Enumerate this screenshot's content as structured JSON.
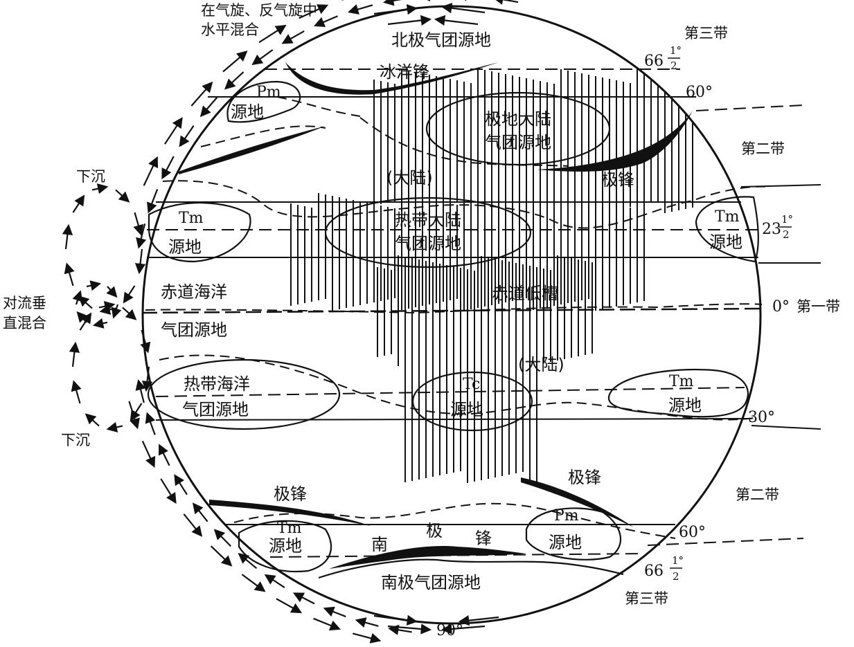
{
  "diagram": {
    "mixing": {
      "horizontal": [
        "在气旋、反气旋中",
        "水平混合"
      ],
      "vertical": [
        "对流垂",
        "直混合"
      ],
      "sinking_upper": "下沉",
      "sinking_lower": "下沉"
    },
    "zones": {
      "third_north": "第三带",
      "second_north": "第二带",
      "first": "第一带",
      "second_south": "第二带",
      "third_south": "第三带"
    },
    "latitudes": {
      "n66_whole": "66",
      "n66_frac_num": "1°",
      "n66_frac_den": "2",
      "n60": "60°",
      "n23_whole": "23",
      "n23_frac_num": "1°",
      "n23_frac_den": "2",
      "eq": "0°",
      "s30": "30°",
      "s60": "60°",
      "s66_whole": "66",
      "s66_frac_num": "1°",
      "s66_frac_den": "2",
      "s90": "90°"
    },
    "regions": {
      "north_polar": "北极气团源地",
      "ice_front": "冰洋锋",
      "pm_north_code": "Pm",
      "pm_north_src": "源地",
      "polar_continental": [
        "极地大陆",
        "气团源地"
      ],
      "continent_north": "(大陆)",
      "polar_front_north": "极锋",
      "tm_west_code": "Tm",
      "tm_west_src": "源地",
      "tropical_continental": [
        "热带大陆",
        "气团源地"
      ],
      "tm_east_code": "Tm",
      "tm_east_src": "源地",
      "equatorial_ocean": [
        "赤道海洋",
        "气团源地"
      ],
      "equatorial_trough": "赤道低槽",
      "continent_south": "(大陆)",
      "tropical_ocean": [
        "热带海洋",
        "气团源地"
      ],
      "tc_code": "Tc",
      "tc_src": "源地",
      "tm_se_code": "Tm",
      "tm_se_src": "源地",
      "polar_front_sw": "极锋",
      "polar_front_se": "极锋",
      "tm_south_code": "Tm",
      "tm_south_src": "源地",
      "pm_south_code": "Pm",
      "pm_south_src": "源地",
      "south_polar_front": [
        "南",
        "极",
        "锋"
      ],
      "south_polar": "南极气团源地"
    }
  }
}
